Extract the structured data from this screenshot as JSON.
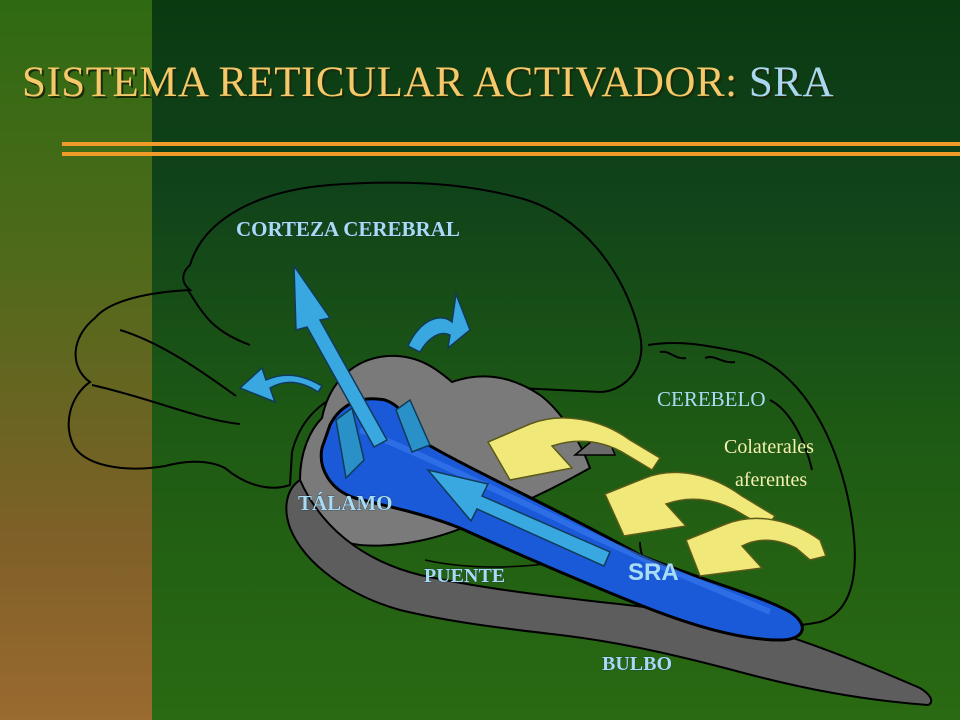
{
  "slide": {
    "title_main": "SISTEMA RETICULAR ACTIVADOR: ",
    "title_accent": "SRA",
    "colors": {
      "title": "#f5c86a",
      "title_accent": "#a8d8f0",
      "rule": "#f09a2a",
      "sidebar_top": "#2e6a12",
      "sidebar_bottom": "#9a6a30",
      "background": "#1e5a14",
      "brainstem_gray": "#7a7a7a",
      "sra_blue": "#1a5ad8",
      "arrow_cyan": "#3aa8e0",
      "afferent_yellow": "#f0e878"
    }
  },
  "diagram": {
    "labels": {
      "cortex": "CORTEZA CEREBRAL",
      "thalamus": "TÁLAMO",
      "pons": "PUENTE",
      "sra": "SRA",
      "medulla": "BULBO",
      "cerebellum": "CEREBELO",
      "collaterals_line1": "Colaterales",
      "collaterals_line2": "aferentes"
    }
  }
}
